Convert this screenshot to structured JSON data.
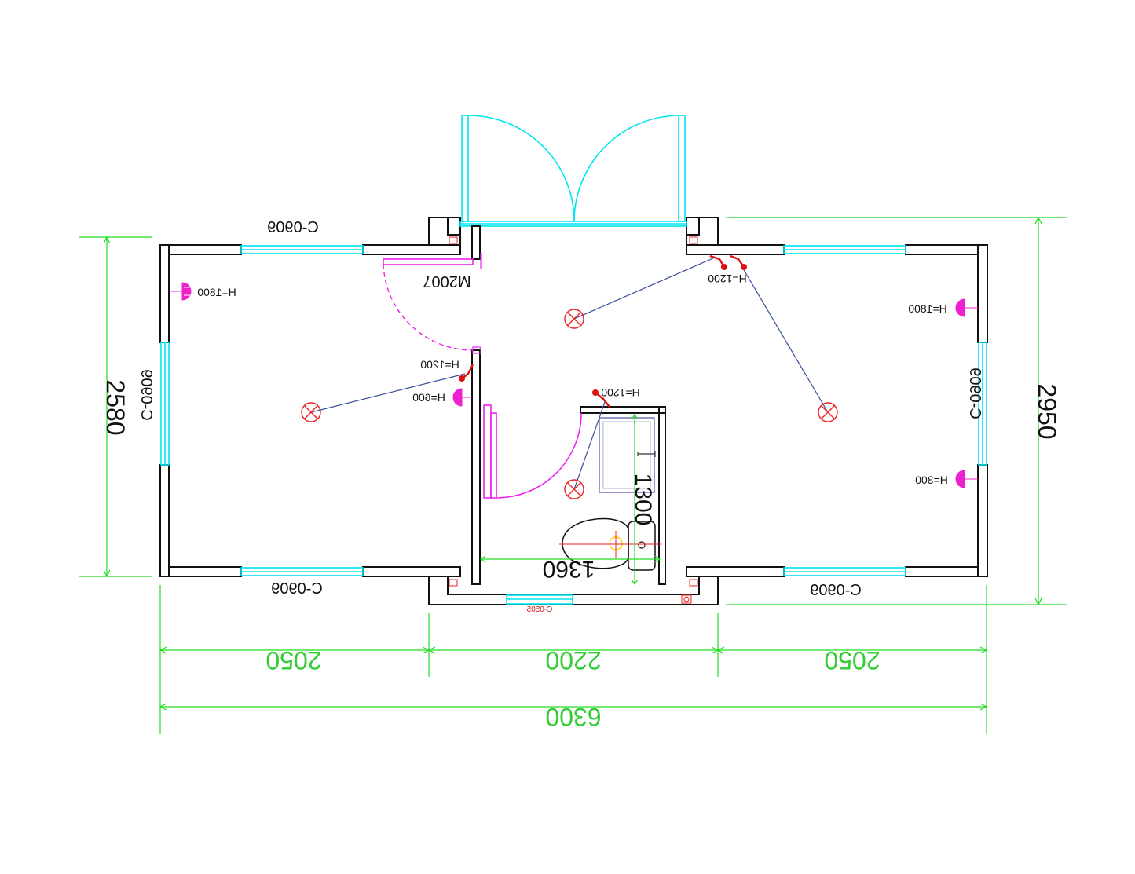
{
  "dimensions": {
    "bottom_left": "2050",
    "bottom_middle": "2200",
    "bottom_right": "2050",
    "overall_width": "6300",
    "left_height": "2580",
    "right_height": "2950",
    "bath_height": "1300",
    "bath_width": "1360"
  },
  "windows": {
    "top_left": "C-0909",
    "bottom_left": "C-0909",
    "bottom_right": "C-0909",
    "left_side": "C-0909",
    "right_side": "C-0909",
    "bath_small": "C-0505"
  },
  "door_label": "M2007",
  "sockets": {
    "left_wall": "H=1800",
    "right_upper": "H=1800",
    "right_lower": "H=300",
    "partition": "H=600"
  },
  "switches": {
    "top_right": "H=1200",
    "partition": "H=1200",
    "bathroom": "H=1200"
  },
  "colors": {
    "wall": "#111111",
    "window": "#00e5ee",
    "dimension": "#22dd22",
    "light": "#ee2222",
    "socket": "#ee22cc",
    "wire": "#3a4fa0"
  }
}
